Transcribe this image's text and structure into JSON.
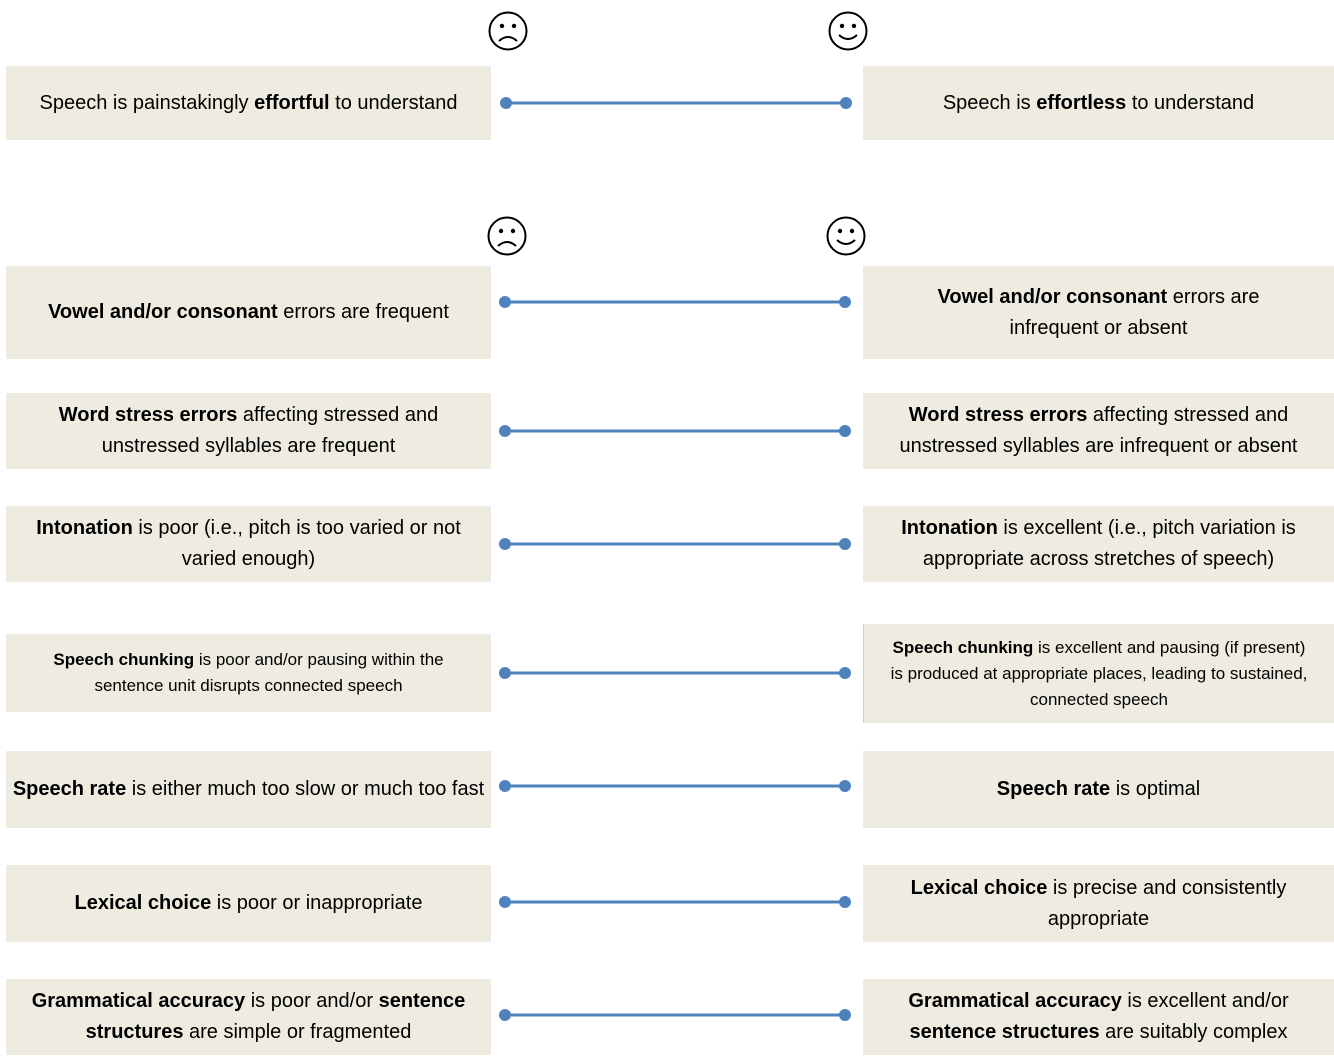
{
  "faces": {
    "negative": "frowning-face-icon",
    "positive": "smiling-face-icon"
  },
  "colors": {
    "box_fill": "#eeece1",
    "line": "#4f81bd"
  },
  "scales": [
    {
      "id": "effort",
      "left": [
        {
          "t": "Speech is painstakingly "
        },
        {
          "t": "effortful",
          "b": true
        },
        {
          "t": " to understand"
        }
      ],
      "right": [
        {
          "t": "Speech is "
        },
        {
          "t": "effortless",
          "b": true
        },
        {
          "t": " to understand"
        }
      ]
    },
    {
      "id": "vowel-consonant",
      "left": [
        {
          "t": "Vowel and/or consonant",
          "b": true
        },
        {
          "t": " errors are frequent"
        }
      ],
      "right": [
        {
          "t": "Vowel and/or consonant",
          "b": true
        },
        {
          "t": " errors are infrequent or absent"
        }
      ]
    },
    {
      "id": "word-stress",
      "left": [
        {
          "t": "Word stress errors",
          "b": true
        },
        {
          "t": " affecting stressed and unstressed syllables are frequent"
        }
      ],
      "right": [
        {
          "t": "Word stress errors",
          "b": true
        },
        {
          "t": " affecting stressed and unstressed syllables are infrequent or absent"
        }
      ]
    },
    {
      "id": "intonation",
      "left": [
        {
          "t": "Intonation",
          "b": true
        },
        {
          "t": " is poor (i.e., pitch is too varied or not varied enough)"
        }
      ],
      "right": [
        {
          "t": "Intonation",
          "b": true
        },
        {
          "t": " is excellent (i.e., pitch variation is appropriate across stretches of speech)"
        }
      ]
    },
    {
      "id": "speech-chunking",
      "left": [
        {
          "t": "Speech chunking",
          "b": true
        },
        {
          "t": " is poor and/or pausing within the sentence unit disrupts connected speech"
        }
      ],
      "right": [
        {
          "t": "Speech chunking",
          "b": true
        },
        {
          "t": " is excellent and pausing (if present) is produced at appropriate places, leading to sustained, connected speech"
        }
      ]
    },
    {
      "id": "speech-rate",
      "left": [
        {
          "t": "Speech rate",
          "b": true
        },
        {
          "t": " is either much too slow or much too fast"
        }
      ],
      "right": [
        {
          "t": "Speech rate",
          "b": true
        },
        {
          "t": " is optimal"
        }
      ]
    },
    {
      "id": "lexical-choice",
      "left": [
        {
          "t": "Lexical choice",
          "b": true
        },
        {
          "t": " is poor or inappropriate"
        }
      ],
      "right": [
        {
          "t": "Lexical choice",
          "b": true
        },
        {
          "t": " is precise and consistently appropriate"
        }
      ]
    },
    {
      "id": "grammatical-accuracy",
      "left": [
        {
          "t": "Grammatical accuracy",
          "b": true
        },
        {
          "t": " is poor and/or "
        },
        {
          "t": "sentence structures",
          "b": true
        },
        {
          "t": " are simple or fragmented"
        }
      ],
      "right": [
        {
          "t": "Grammatical accuracy",
          "b": true
        },
        {
          "t": " is excellent and/or "
        },
        {
          "t": "sentence structures",
          "b": true
        },
        {
          "t": " are suitably complex"
        }
      ]
    }
  ]
}
